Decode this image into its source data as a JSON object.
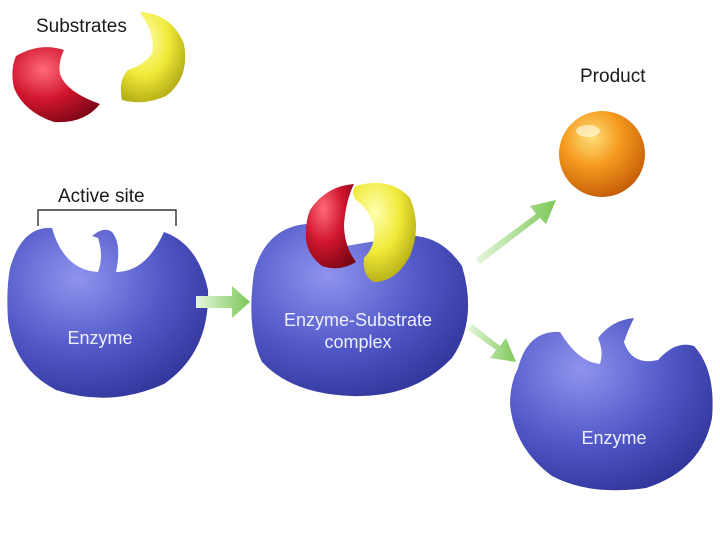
{
  "labels": {
    "substrates": "Substrates",
    "product": "Product",
    "active_site": "Active site",
    "enzyme_left": "Enzyme",
    "complex_line1": "Enzyme-Substrate",
    "complex_line2": "complex",
    "enzyme_right": "Enzyme"
  },
  "colors": {
    "enzyme": "#4a4fc0",
    "substrate_red": "#c4122a",
    "substrate_yellow": "#efe733",
    "product": "#f08c1a",
    "arrow": "#8ed06a"
  }
}
